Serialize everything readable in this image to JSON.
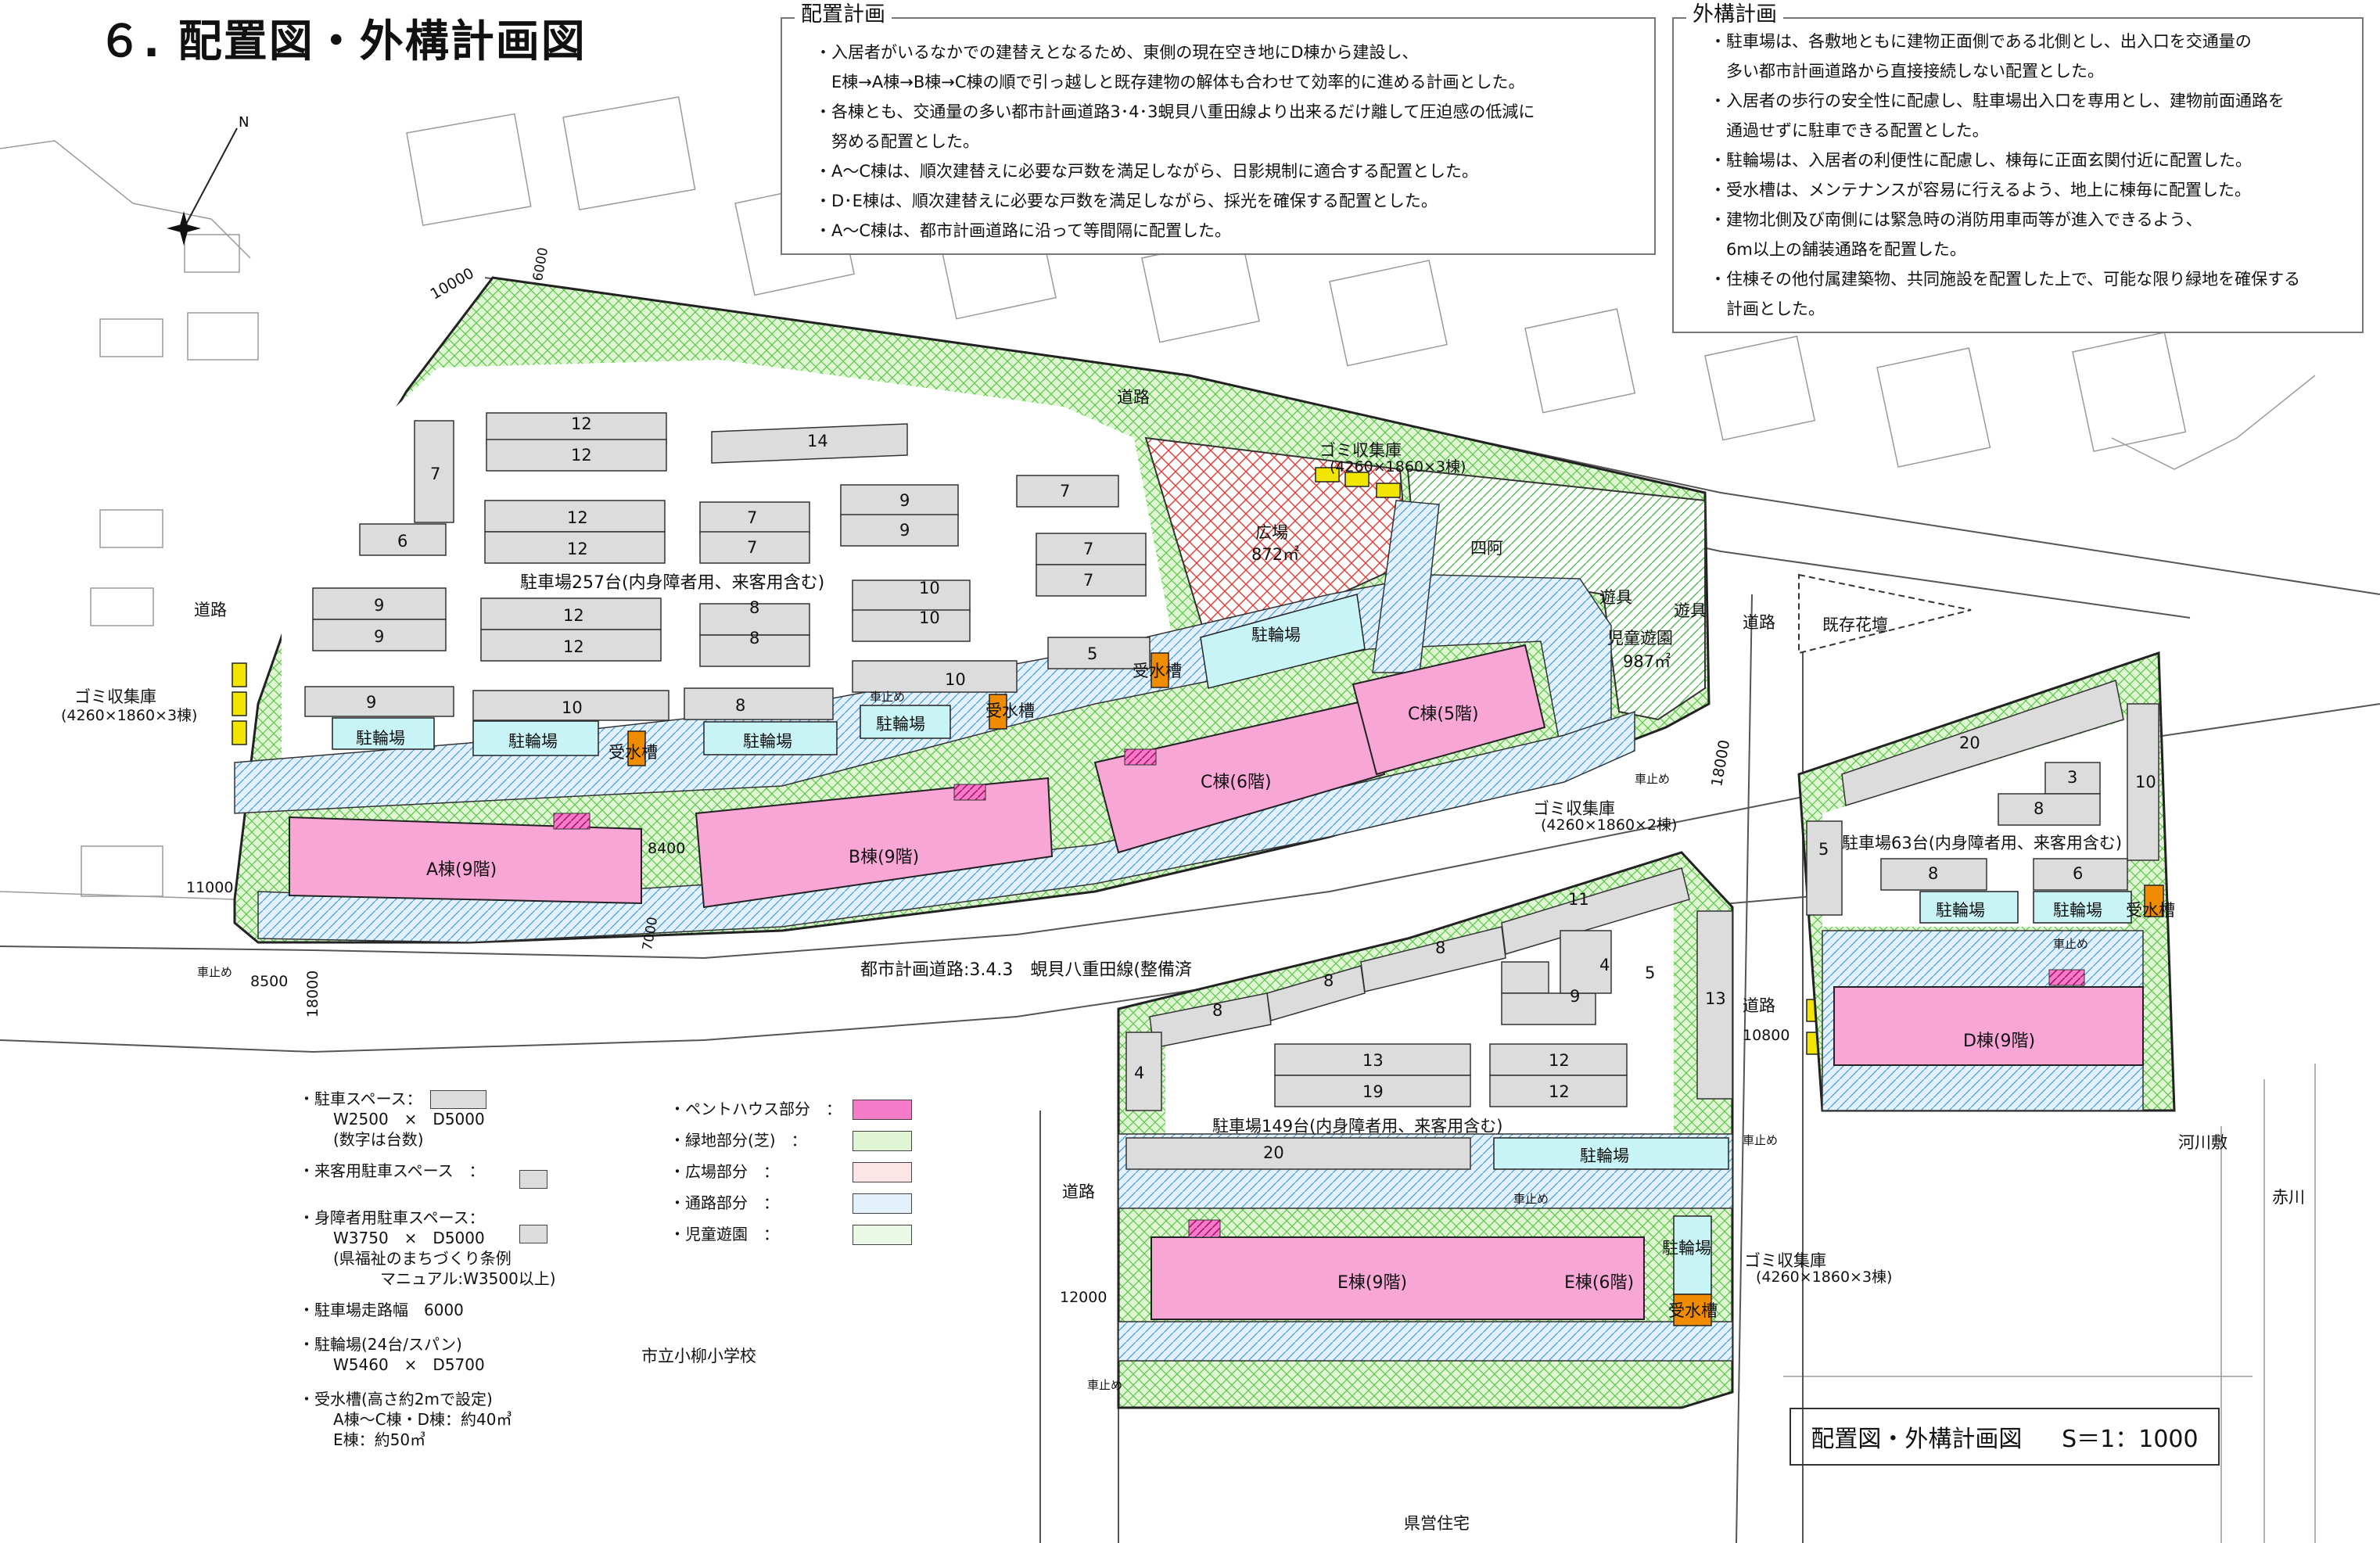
{
  "page": {
    "title": "６. 配置図・外構計画図"
  },
  "haichi": {
    "heading": "配置計画",
    "items": [
      "・入居者がいるなかでの建替えとなるため、東側の現在空き地にD棟から建設し、",
      "　E棟→A棟→B棟→C棟の順で引っ越しと既存建物の解体も合わせて効率的に進める計画とした。",
      "・各棟とも、交通量の多い都市計画道路3･4･3蜆貝八重田線より出来るだけ離して圧迫感の低減に",
      "　努める配置とした。",
      "・A～C棟は、順次建替えに必要な戸数を満足しながら、日影規制に適合する配置とした。",
      "・D･E棟は、順次建替えに必要な戸数を満足しながら、採光を確保する配置とした。",
      "・A～C棟は、都市計画道路に沿って等間隔に配置した。"
    ]
  },
  "gaiko": {
    "heading": "外構計画",
    "items": [
      "・駐車場は、各敷地ともに建物正面側である北側とし、出入口を交通量の",
      "　多い都市計画道路から直接接続しない配置とした。",
      "・入居者の歩行の安全性に配慮し、駐車場出入口を専用とし、建物前面通路を",
      "　通過せずに駐車できる配置とした。",
      "・駐輪場は、入居者の利便性に配慮し、棟毎に正面玄関付近に配置した。",
      "・受水槽は、メンテナンスが容易に行えるよう、地上に棟毎に配置した。",
      "・建物北側及び南側には緊急時の消防用車両等が進入できるよう、",
      "　6m以上の舗装通路を配置した。",
      "・住棟その他付属建築物、共同施設を配置した上で、可能な限り緑地を確保する",
      "　計画とした。"
    ]
  },
  "buildings": {
    "a": "A棟(9階)",
    "b": "B棟(9階)",
    "c6": "C棟(6階)",
    "c5": "C棟(5階)",
    "d": "D棟(9階)",
    "e9": "E棟(9階)",
    "e6": "E棟(6階)"
  },
  "labels": {
    "road": "道路",
    "city_road": "都市計画道路:3.4.3　蜆貝八重田線(整備済",
    "parking_main": "駐車場257台(内身障者用、来客用含む)",
    "parking_d": "駐車場63台(内身障者用、来客用含む)",
    "parking_e": "駐車場149台(内身障者用、来客用含む)",
    "garbage": "ゴミ収集庫",
    "garbage_3": "(4260×1860×3棟)",
    "garbage_2": "(4260×1860×2棟)",
    "plaza": "広場",
    "plaza_area": "872㎡",
    "playground": "児童遊園",
    "playground_area": "987㎡",
    "azumaya": "四阿",
    "play_equipment": "遊具",
    "existing_bed": "既存花壇",
    "bicycle": "駐輪場",
    "water_tank": "受水槽",
    "car_stop": "車止め",
    "river_bed": "河川敷",
    "akagawa": "赤川",
    "school": "市立小柳小学校",
    "prefectural": "県営住宅"
  },
  "dims": [
    "10000",
    "6000",
    "11000",
    "8500",
    "18000",
    "7000",
    "8400",
    "18000",
    "10800",
    "12000"
  ],
  "parking_counts": {
    "main": [
      "12",
      "12",
      "14",
      "7",
      "6",
      "12",
      "12",
      "7",
      "7",
      "9",
      "9",
      "7",
      "7",
      "7",
      "9",
      "9",
      "12",
      "12",
      "10",
      "10",
      "8",
      "8",
      "9",
      "10",
      "8",
      "10",
      "5"
    ],
    "d": [
      "20",
      "3",
      "8",
      "10",
      "5",
      "8",
      "6"
    ],
    "e": [
      "11",
      "8",
      "8",
      "4",
      "5",
      "9",
      "13",
      "8",
      "4",
      "13",
      "19",
      "12",
      "12",
      "20"
    ]
  },
  "legend": {
    "items": [
      {
        "title": "・駐車スペース：",
        "lines": [
          "W2500　×　D5000",
          "(数字は台数)"
        ]
      },
      {
        "title": "・来客用駐車スペース　：",
        "lines": []
      },
      {
        "title": "・身障者用駐車スペース：",
        "lines": [
          "W3750　×　D5000",
          "(県福祉のまちづくり条例",
          "　　　マニュアル:W3500以上)"
        ]
      },
      {
        "title": "・駐車場走路幅　6000",
        "lines": []
      },
      {
        "title": "・駐輪場(24台/スパン)",
        "lines": [
          "W5460　×　D5700"
        ]
      },
      {
        "title": "・受水槽(高さ約2mで設定)",
        "lines": [
          "A棟～C棟・D棟：約40㎥",
          "E棟：約50㎥"
        ]
      }
    ],
    "swatches": [
      {
        "label": "・ペントハウス部分　：",
        "color": "#e23ca2"
      },
      {
        "label": "・緑地部分(芝)　：",
        "color": "#31b539"
      },
      {
        "label": "・広場部分　：",
        "color": "#e53935"
      },
      {
        "label": "・通路部分　：",
        "color": "#2f8fd8"
      },
      {
        "label": "・児童遊園　：",
        "color": "#31b539"
      }
    ]
  },
  "scale": {
    "title": "配置図・外構計画図",
    "value": "S＝1：1000"
  },
  "colors": {
    "building": "#f8a6d6",
    "green": "#31b539",
    "path": "#2f8fd8",
    "plaza": "#e53935",
    "bicycle": "#c9f4f6",
    "tank": "#f08c00",
    "garbage": "#f2e600",
    "parking": "#dcdcdc"
  }
}
